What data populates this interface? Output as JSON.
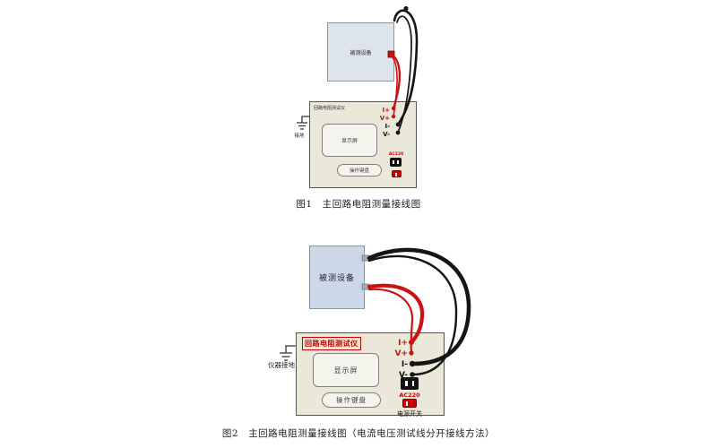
{
  "colors": {
    "cable_red": "#cc1111",
    "cable_black": "#151515",
    "accent_red": "#cc0000",
    "device_fill_fig1": "#dde4ec",
    "device_fill_fig2": "#ccd8e8",
    "tester_fill": "#eae8d9",
    "screen_fill": "#f4f3ec"
  },
  "icons": {
    "ground": "ground-symbol",
    "power_socket": "ac-socket-icon",
    "power_switch": "rocker-switch-icon"
  },
  "figure1": {
    "device_label": "被测设备",
    "tester_title": "回路电阻测试仪",
    "display_label": "显示屏",
    "keyboard_label": "操作键盘",
    "terminals": {
      "ip": "I+",
      "vp": "V+",
      "im": "I-",
      "vm": "V-"
    },
    "power_socket_label": "AC220",
    "ground_label": "接地",
    "caption": "图1　主回路电阻测量接线图"
  },
  "figure2": {
    "device_label": "被测设备",
    "tester_title": "回路电阻测试仪",
    "display_label": "显示屏",
    "keyboard_label": "操作键盘",
    "terminals": {
      "ip": "I+",
      "vp": "V+",
      "im": "I-",
      "vm": "V-"
    },
    "power_socket_label": "AC220",
    "power_switch_label": "电源开关",
    "ground_label": "仪器接地",
    "caption": "图2　主回路电阻测量接线图（电流电压测试线分开接线方法）"
  }
}
